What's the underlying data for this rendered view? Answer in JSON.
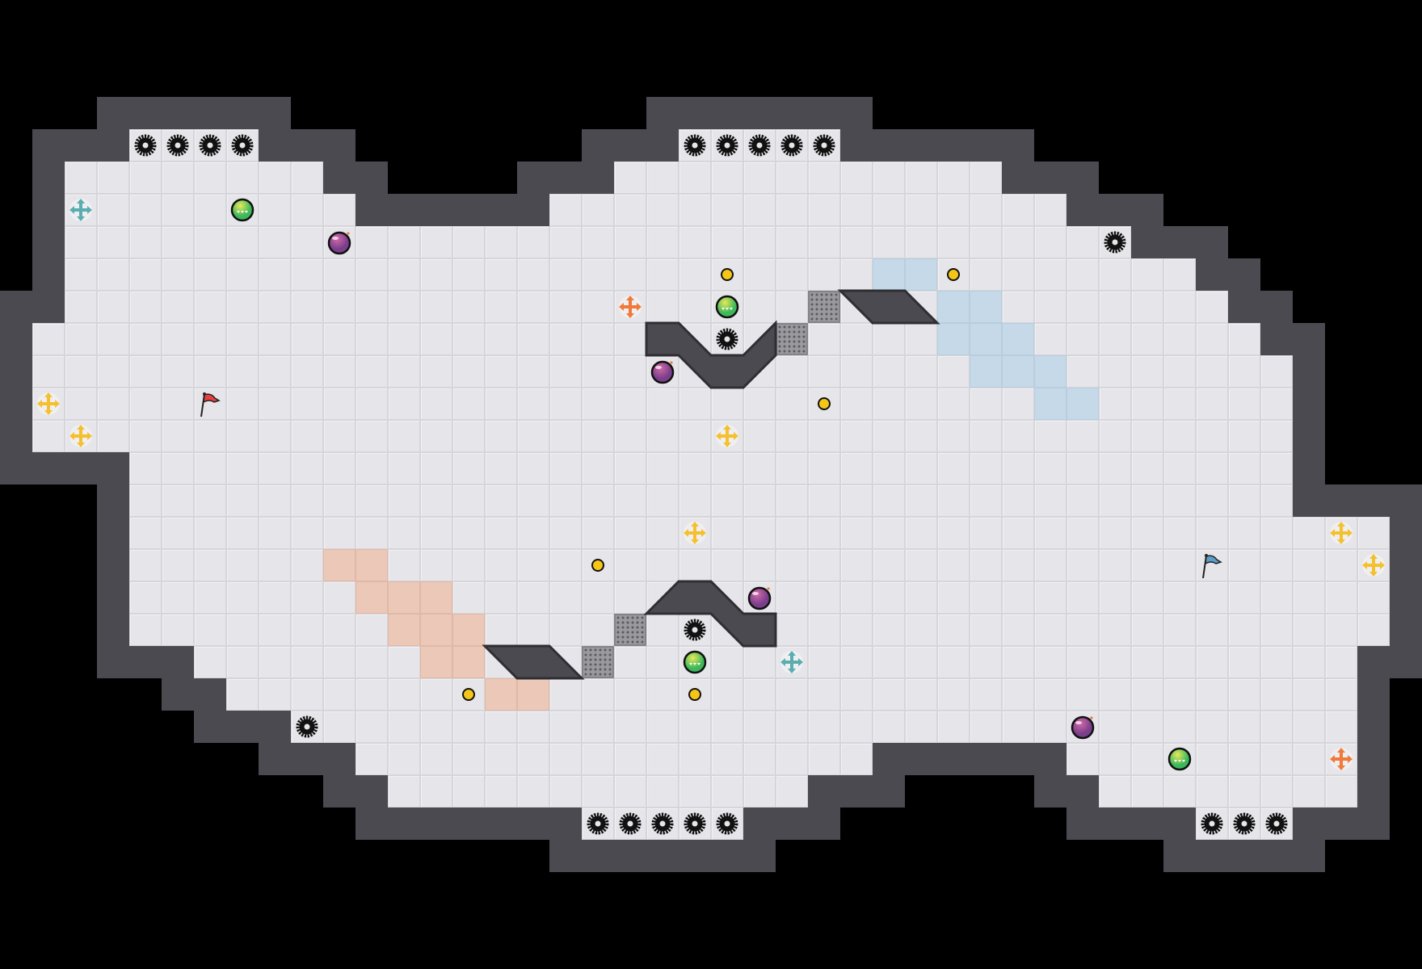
{
  "game": {
    "view": "level-map",
    "entities": [
      "spike-gear",
      "coin",
      "green-orb",
      "purple-bomb",
      "teal-cross",
      "orange-cross",
      "yellow-cross",
      "red-flag",
      "blue-flag",
      "grate-block",
      "ice-tile",
      "sand-tile"
    ]
  },
  "palette": {
    "background": "#000000",
    "floor": "#e6e6ea",
    "wall": "#4b4a50",
    "ice": "#c6d9e8",
    "sand": "#ecc8b8",
    "coin": "#f5c518",
    "green_orb": "#7cc84a",
    "bomb": "#9a4e9a",
    "teal": "#5aaeb0",
    "orange": "#f07a3a",
    "yellow": "#f5c030",
    "red_flag": "#e84040",
    "blue_flag": "#5a9ec8"
  }
}
